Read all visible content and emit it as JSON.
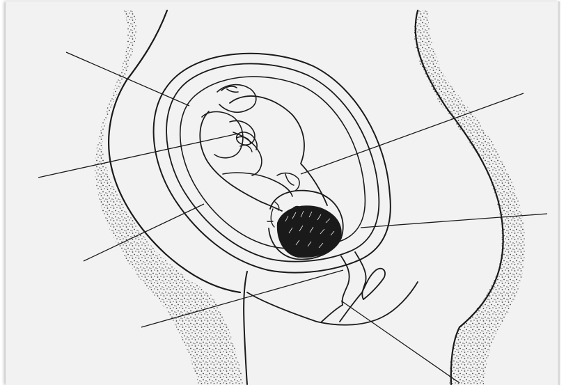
{
  "diagram": {
    "subject": "fetus-in-uterus",
    "style": "pen-and-ink worksheet, unlabeled",
    "colors": {
      "paper": "#f2f2f2",
      "paper_edge": "#cfcfcf",
      "ink": "#1a1a1a",
      "stipple": "#222222"
    },
    "parts": [
      "mother-body-outline",
      "uterus-wall",
      "amniotic-sac",
      "fetus",
      "umbilical-cord",
      "placenta",
      "cervix",
      "vagina"
    ],
    "label_lines": 7,
    "labels": []
  }
}
